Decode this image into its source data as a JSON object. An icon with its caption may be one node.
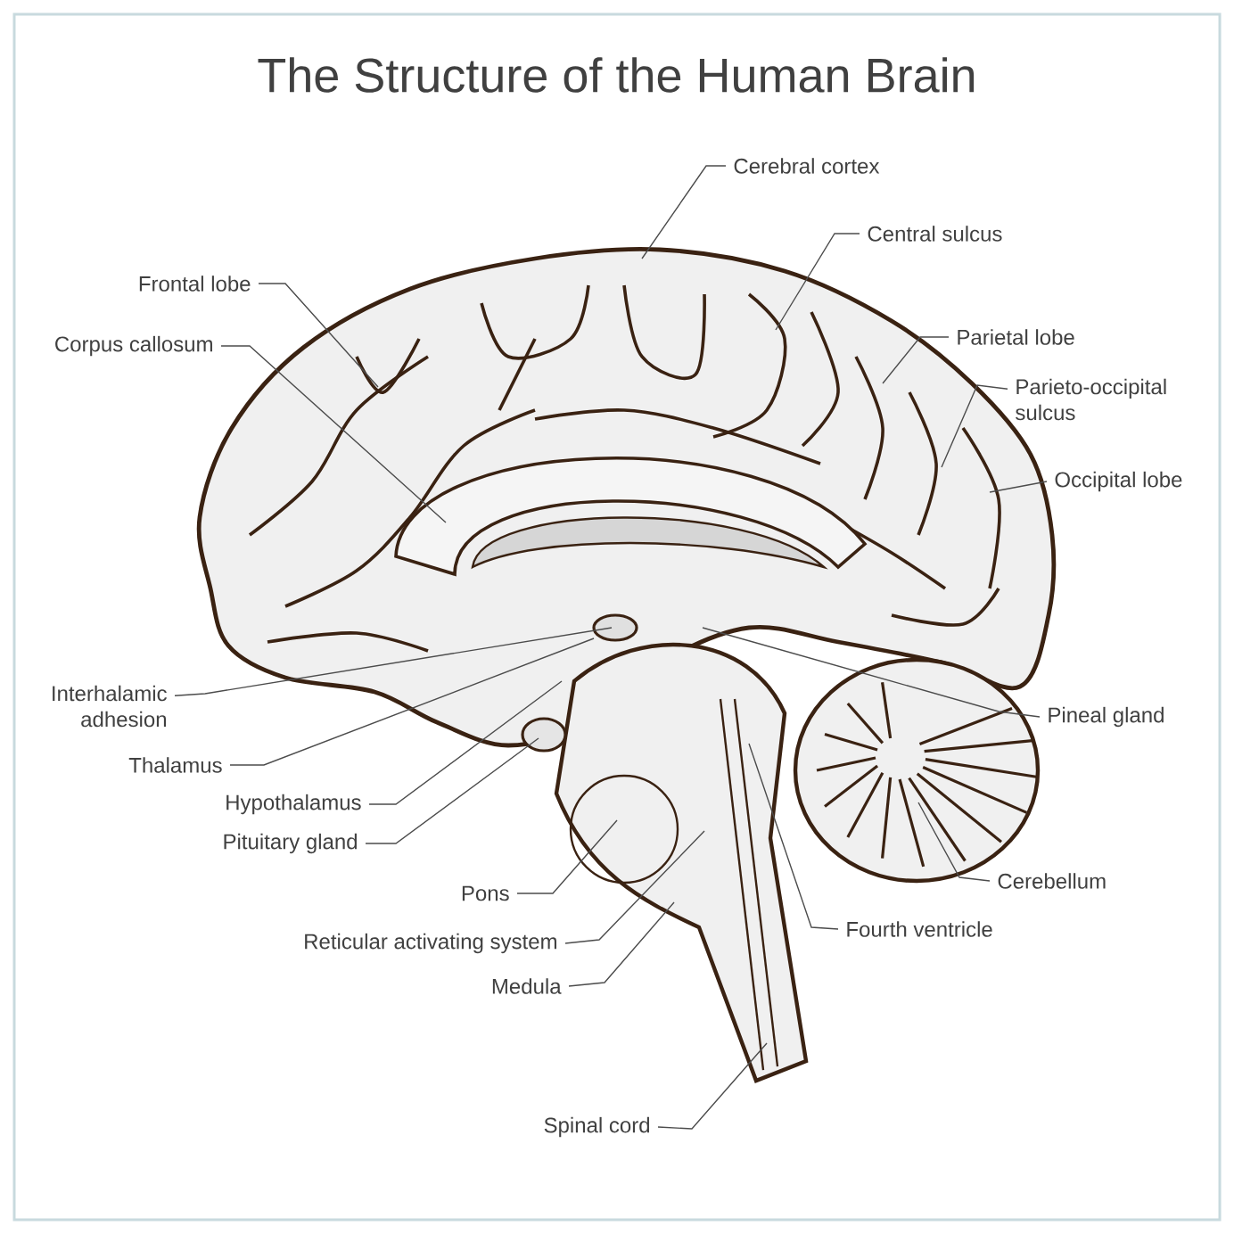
{
  "diagram": {
    "title": "The Structure of the Human Brain",
    "nodes": [
      {
        "text": [
          "Cerebral cortex"
        ]
      },
      {
        "text": [
          "Central sulcus"
        ]
      },
      {
        "text": [
          "Frontal lobe"
        ]
      },
      {
        "text": [
          "Corpus callosum"
        ]
      },
      {
        "text": [
          "Parietal lobe"
        ]
      },
      {
        "text": [
          "Parieto-occipital sulcus"
        ]
      },
      {
        "text": [
          "Occipital lobe"
        ]
      },
      {
        "text": [
          "Interhalamic adhesion"
        ]
      },
      {
        "text": [
          "Thalamus"
        ]
      },
      {
        "text": [
          "Hypothalamus"
        ]
      },
      {
        "text": [
          "Pituitary gland"
        ]
      },
      {
        "text": [
          "Pons"
        ]
      },
      {
        "text": [
          "Reticular activating system"
        ]
      },
      {
        "text": [
          "Medula"
        ]
      },
      {
        "text": [
          "Spinal cord"
        ]
      },
      {
        "text": [
          "Pineal gland"
        ]
      },
      {
        "text": [
          "Cerebellum"
        ]
      },
      {
        "text": [
          "Fourth ventricle"
        ]
      }
    ],
    "edges": [
      {
        "from": 0,
        "to": null,
        "arrow": "none"
      },
      {
        "from": 1,
        "to": null,
        "arrow": "none"
      },
      {
        "from": 2,
        "to": null,
        "arrow": "none"
      },
      {
        "from": 3,
        "to": null,
        "arrow": "none"
      },
      {
        "from": 4,
        "to": null,
        "arrow": "none"
      },
      {
        "from": 5,
        "to": null,
        "arrow": "none"
      },
      {
        "from": 6,
        "to": null,
        "arrow": "none"
      },
      {
        "from": 7,
        "to": null,
        "arrow": "none"
      },
      {
        "from": 8,
        "to": null,
        "arrow": "none"
      },
      {
        "from": 9,
        "to": null,
        "arrow": "none"
      },
      {
        "from": 10,
        "to": null,
        "arrow": "none"
      },
      {
        "from": 11,
        "to": null,
        "arrow": "none"
      },
      {
        "from": 12,
        "to": null,
        "arrow": "none"
      },
      {
        "from": 13,
        "to": null,
        "arrow": "none"
      },
      {
        "from": 14,
        "to": null,
        "arrow": "none"
      },
      {
        "from": 15,
        "to": null,
        "arrow": "none"
      },
      {
        "from": 16,
        "to": null,
        "arrow": "none"
      },
      {
        "from": 17,
        "to": null,
        "arrow": "none"
      }
    ]
  }
}
